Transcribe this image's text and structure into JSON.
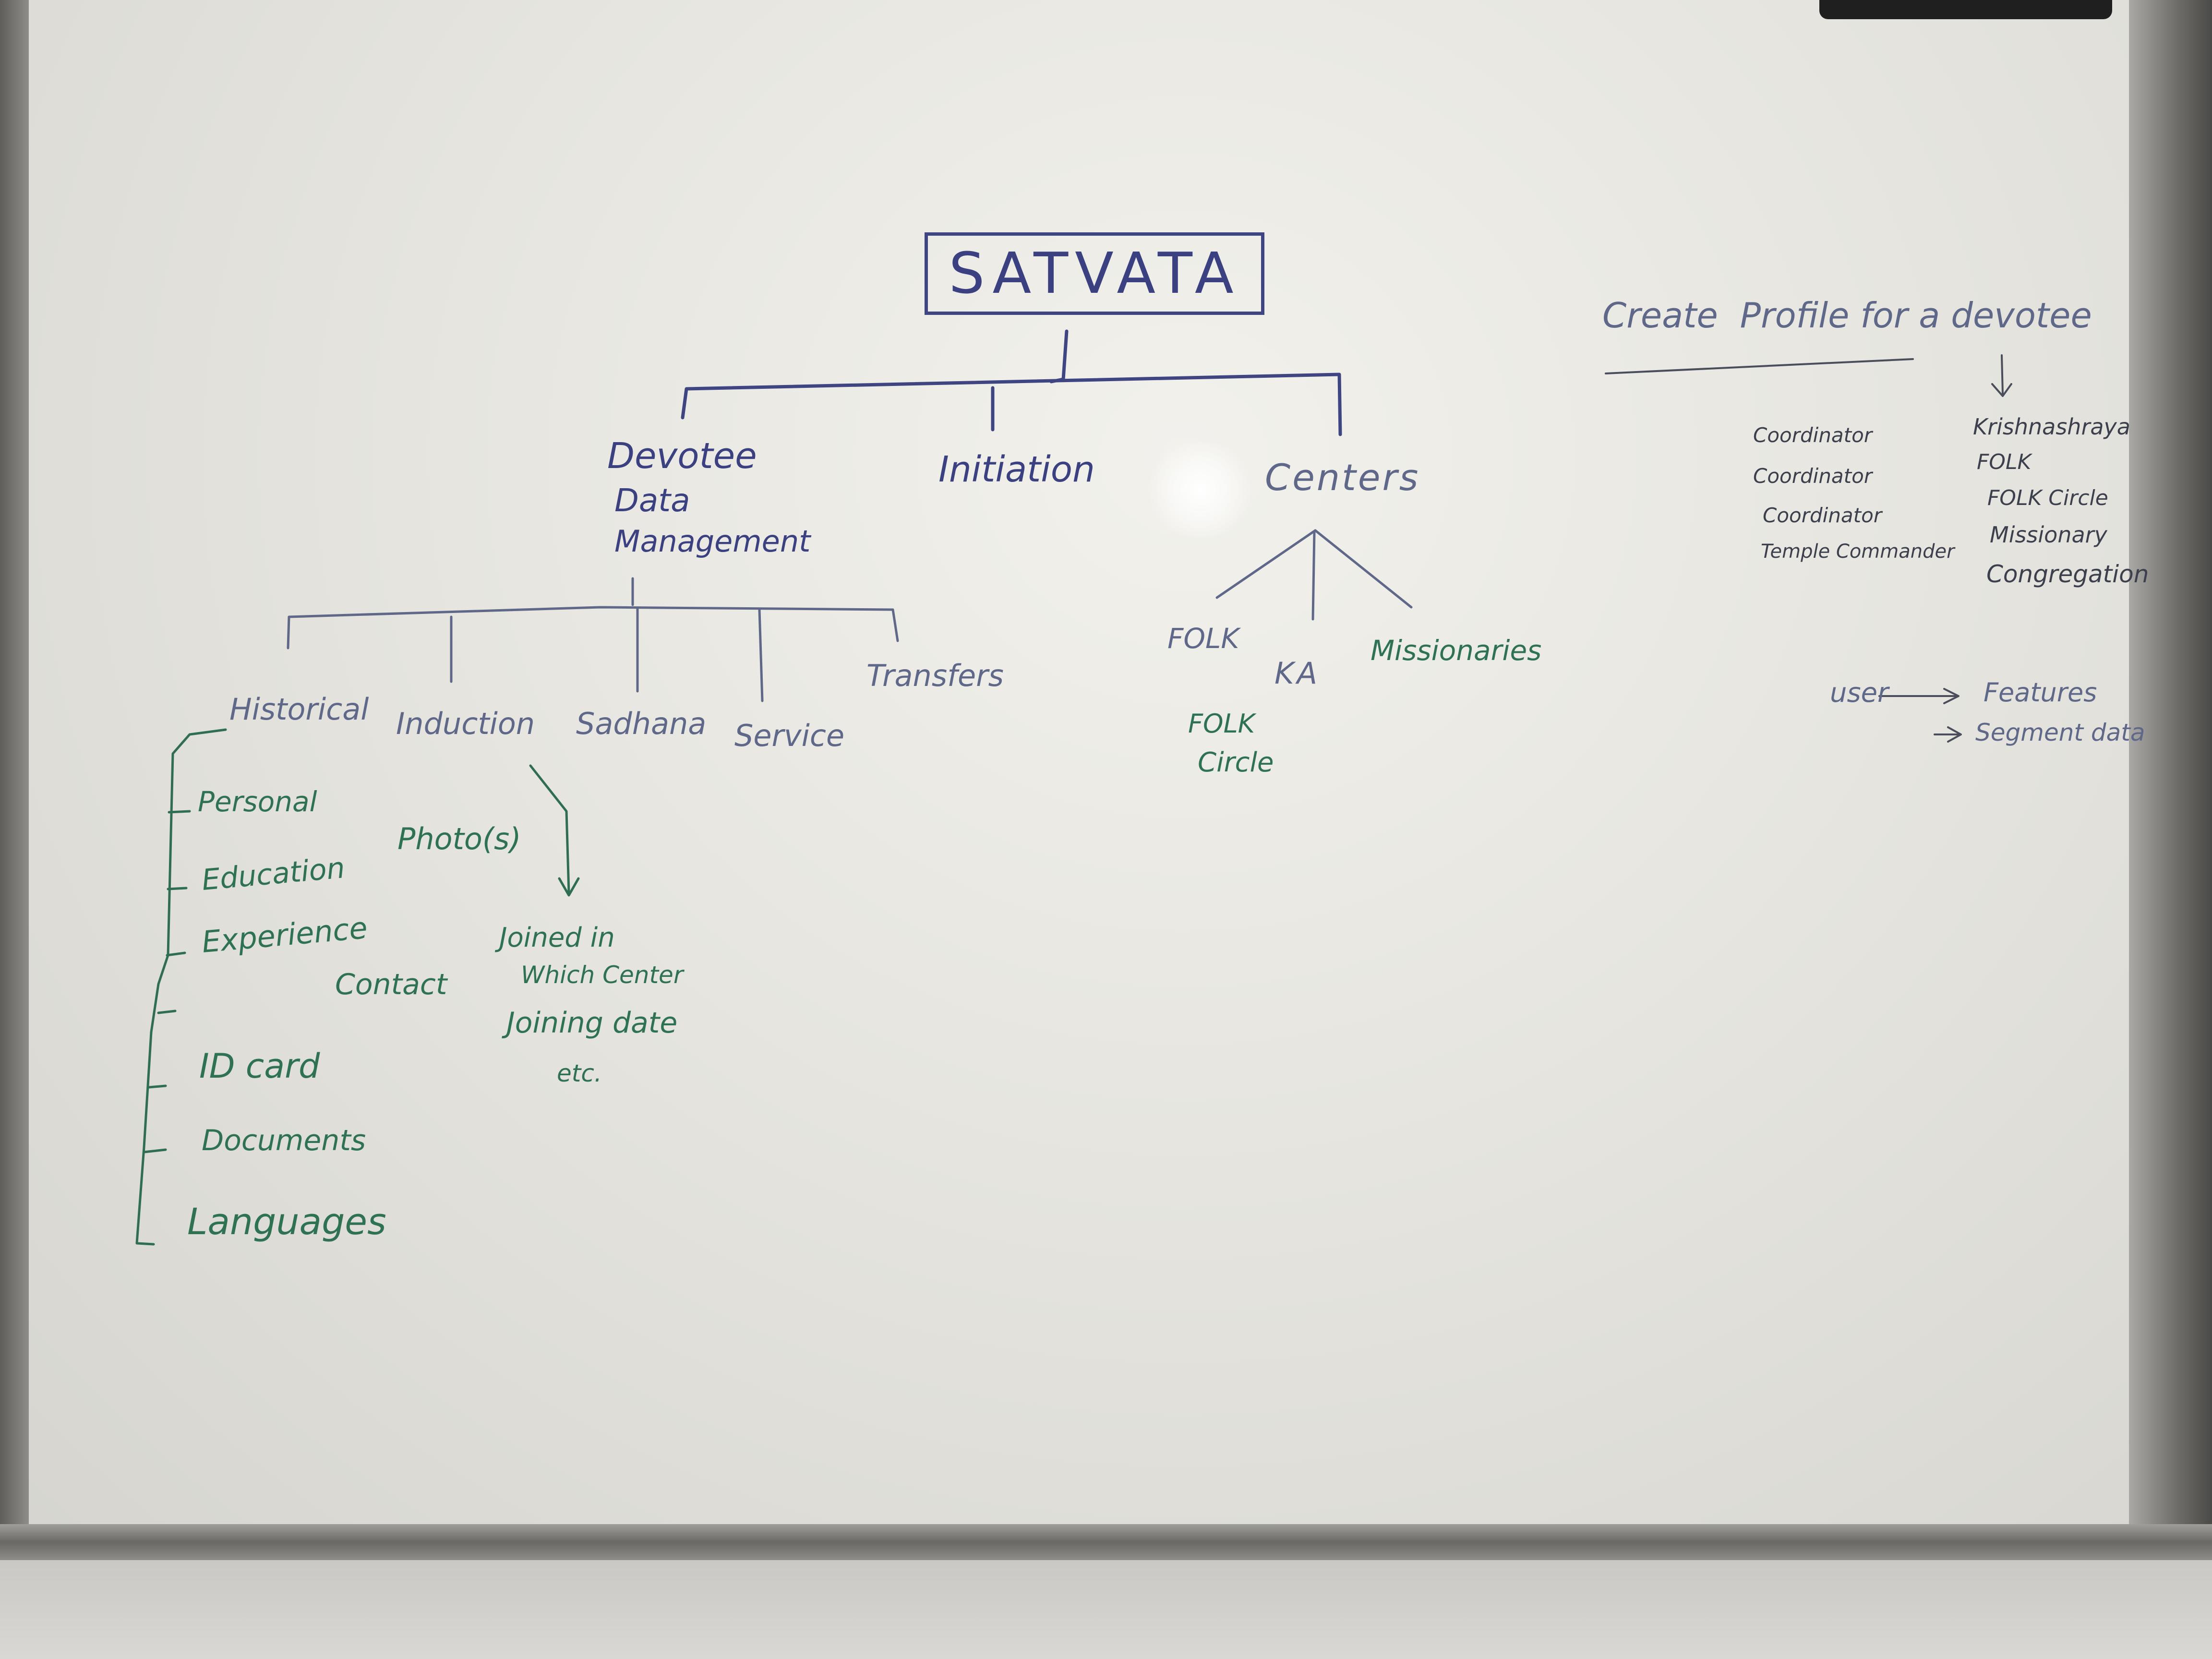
{
  "title": "SATVATA",
  "level1": {
    "devotee_data_management": [
      "Devotee",
      "Data",
      "Management"
    ],
    "initiation": "Initiation",
    "centers": "Centers"
  },
  "devotee_children": {
    "historical": "Historical",
    "induction": "Induction",
    "sadhana": "Sadhana",
    "service": "Service",
    "transfers": "Transfers"
  },
  "historical_items": {
    "personal": "Personal",
    "education": "Education",
    "experience": "Experience",
    "contact": "Contact",
    "id_card": "ID card",
    "documents": "Documents",
    "languages": "Languages"
  },
  "induction_items": {
    "photos": "Photo(s)",
    "joined_lines": [
      "Joined in",
      "Which Center",
      "Joining date",
      "etc."
    ]
  },
  "centers_children": {
    "folk": "FOLK",
    "ka": "KA",
    "missionaries": "Missionaries",
    "folk_circle": [
      "FOLK",
      "Circle"
    ]
  },
  "right_notes": {
    "heading": "Create  Profile for a devotee",
    "roles": [
      "Coordinator",
      "Coordinator",
      "Coordinator",
      "Temple Commander"
    ],
    "programs": [
      "Krishnashraya",
      "FOLK",
      "FOLK Circle",
      "Missionary",
      "Congregation"
    ],
    "user": "user",
    "features": "Features",
    "segment_data": "Segment data"
  },
  "colors": {
    "navy_ink": "#3a4080",
    "slate_ink": "#5f6888",
    "green_ink": "#2f7252",
    "board": "#e6e5df"
  }
}
